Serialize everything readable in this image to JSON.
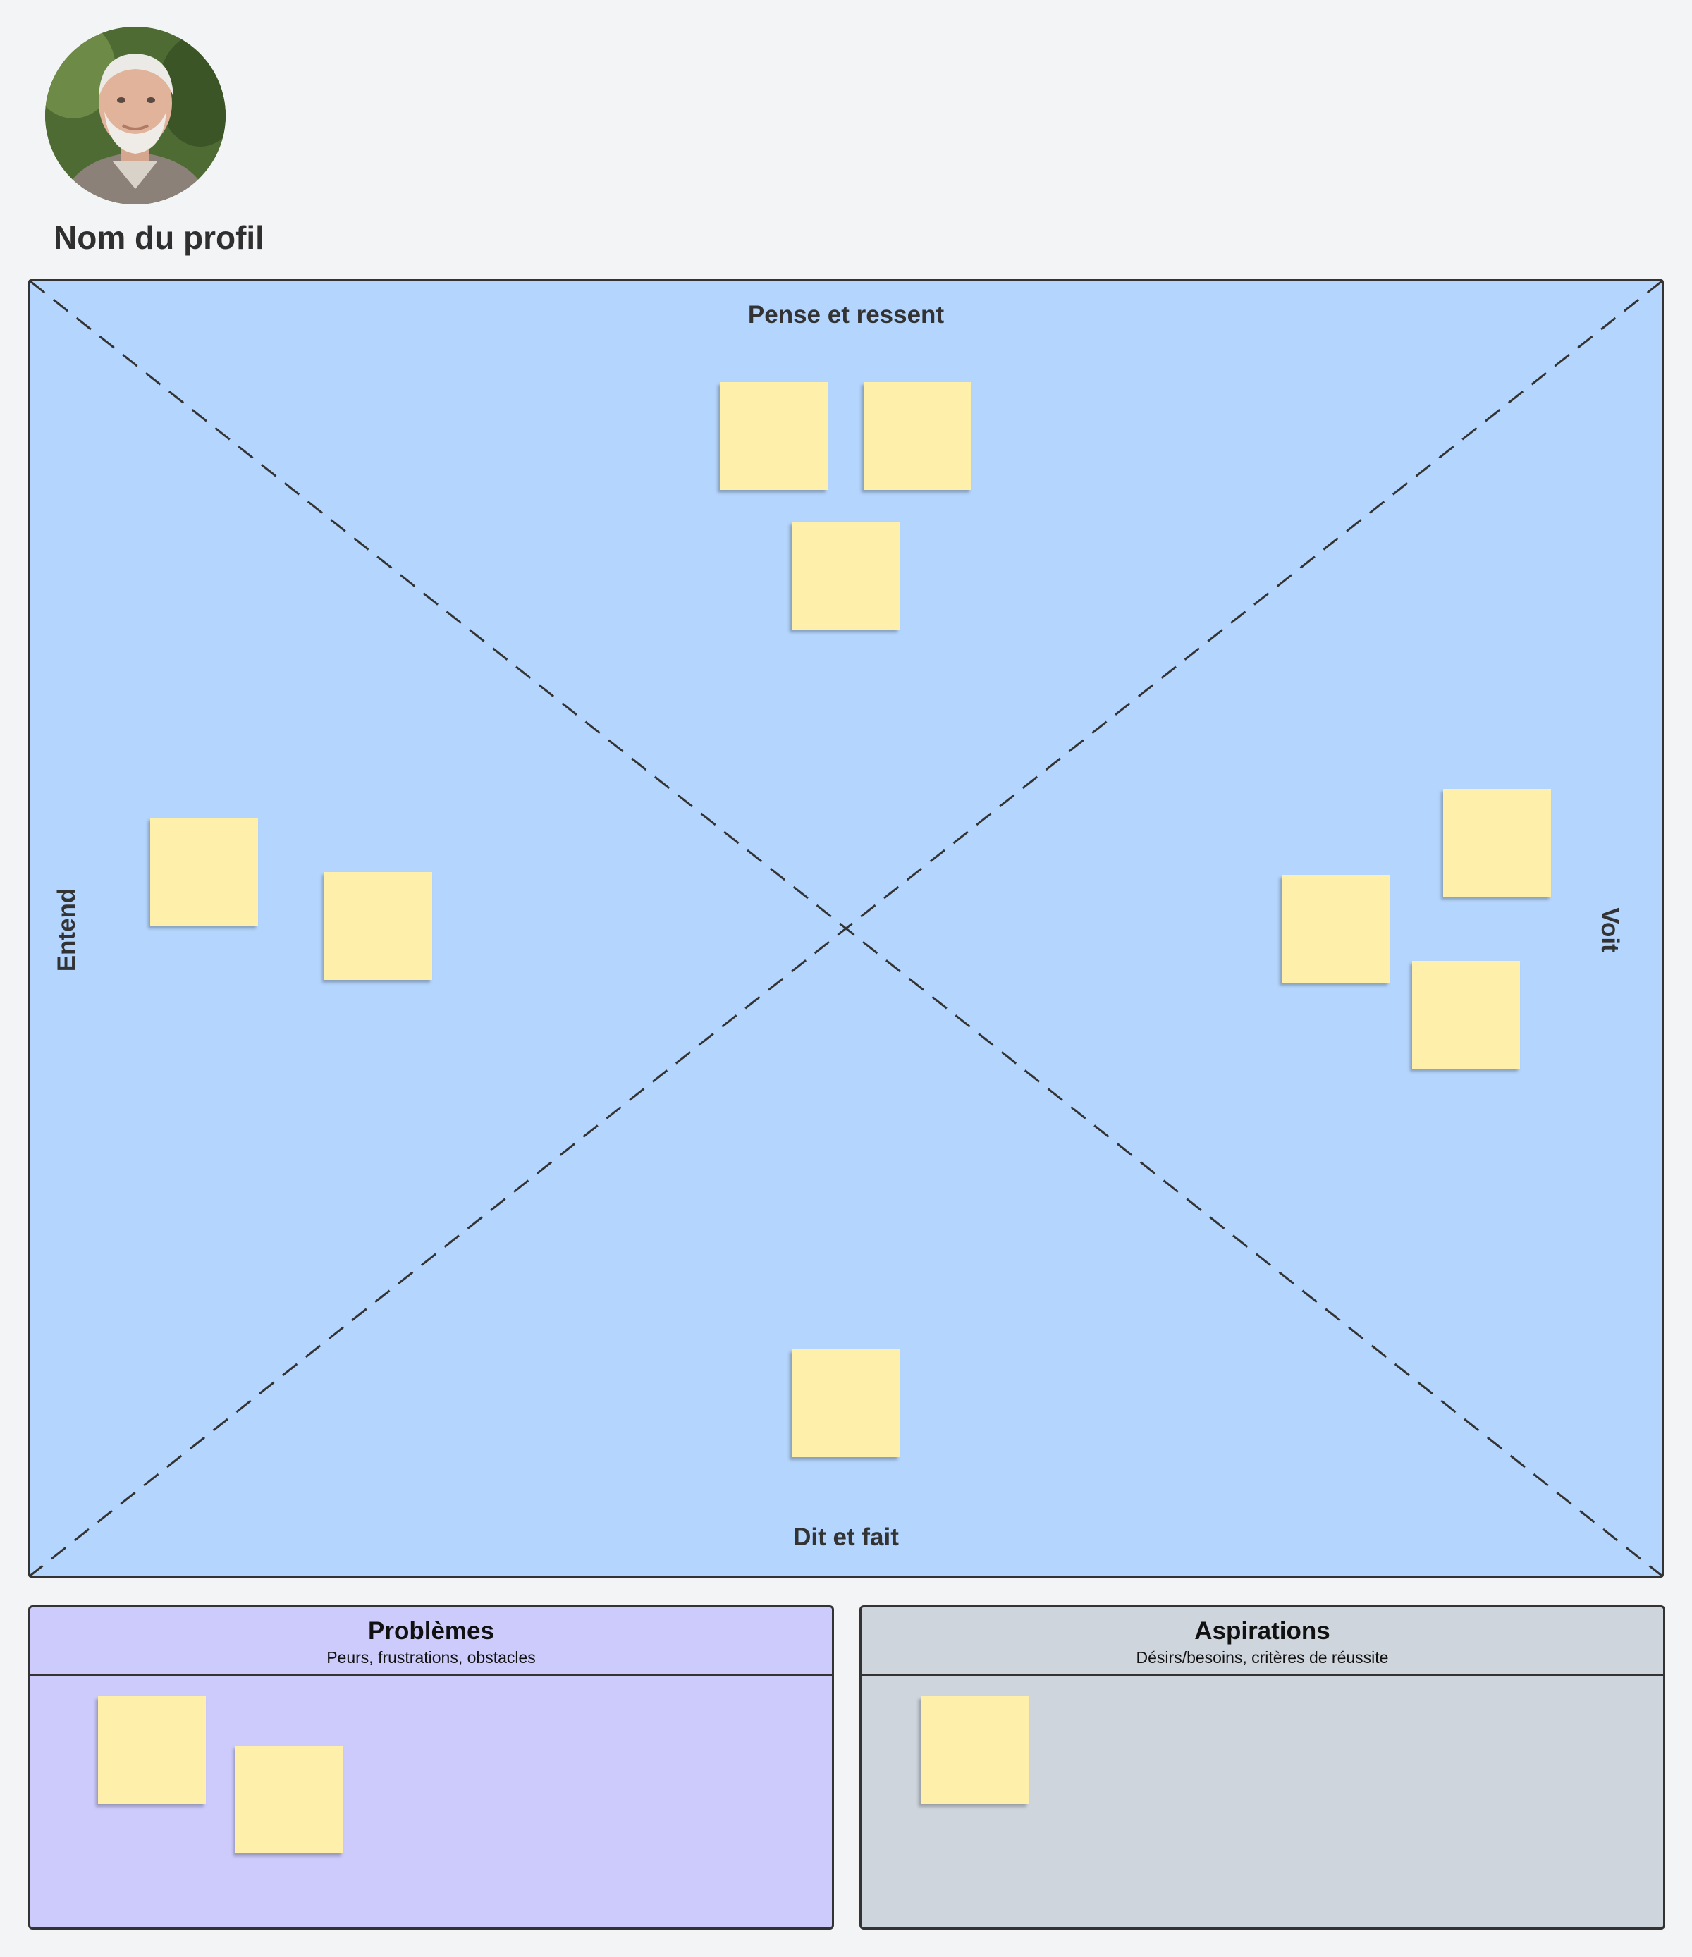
{
  "profile": {
    "name": "Nom du profil",
    "avatar_icon": "person-photo"
  },
  "map": {
    "quadrants": {
      "top": "Pense et ressent",
      "bottom": "Dit et fait",
      "left": "Entend",
      "right": "Voit"
    },
    "sticky_counts": {
      "thinks_feels": 3,
      "hears": 2,
      "sees": 3,
      "says_does": 1
    }
  },
  "panels": {
    "problems": {
      "title": "Problèmes",
      "subtitle": "Peurs, frustrations, obstacles",
      "sticky_count": 2
    },
    "aspirations": {
      "title": "Aspirations",
      "subtitle": "Désirs/besoins, critères de réussite",
      "sticky_count": 1
    }
  },
  "colors": {
    "background": "#f3f4f6",
    "map_fill": "#b4d5fd",
    "problems_fill": "#cccbfc",
    "aspirations_fill": "#cfd5dd",
    "sticky_note": "#feefaa",
    "border": "#333333"
  }
}
